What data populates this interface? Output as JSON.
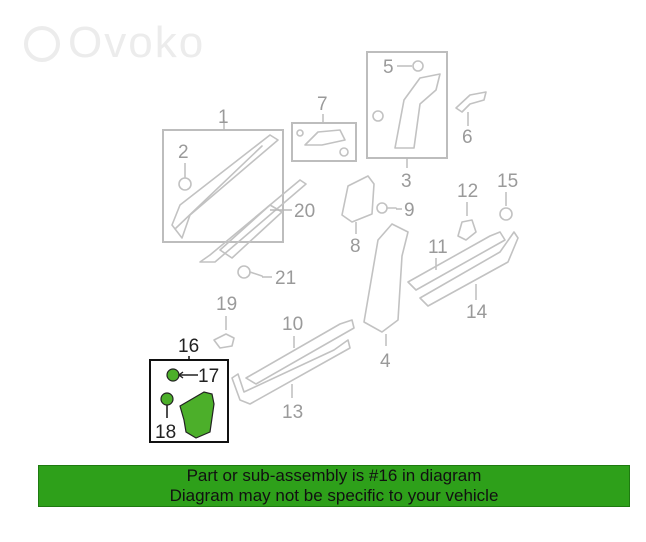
{
  "watermark": {
    "text": "Ovoko",
    "icon": "ovoko-logo-icon"
  },
  "callouts": {
    "c1": "1",
    "c2": "2",
    "c3": "3",
    "c4": "4",
    "c5": "5",
    "c6": "6",
    "c7": "7",
    "c8": "8",
    "c9": "9",
    "c10": "10",
    "c11": "11",
    "c12": "12",
    "c13": "13",
    "c14": "14",
    "c15": "15",
    "c16": "16",
    "c17": "17",
    "c18": "18",
    "c19": "19",
    "c20": "20",
    "c21": "21"
  },
  "colors": {
    "highlight": "#2ea01a",
    "highlight_part": "#4caf2a",
    "lines": "#c2c2c2"
  },
  "banner": {
    "line1": "Part or sub-assembly is #16 in diagram",
    "line2": "Diagram may not be specific to your vehicle"
  }
}
